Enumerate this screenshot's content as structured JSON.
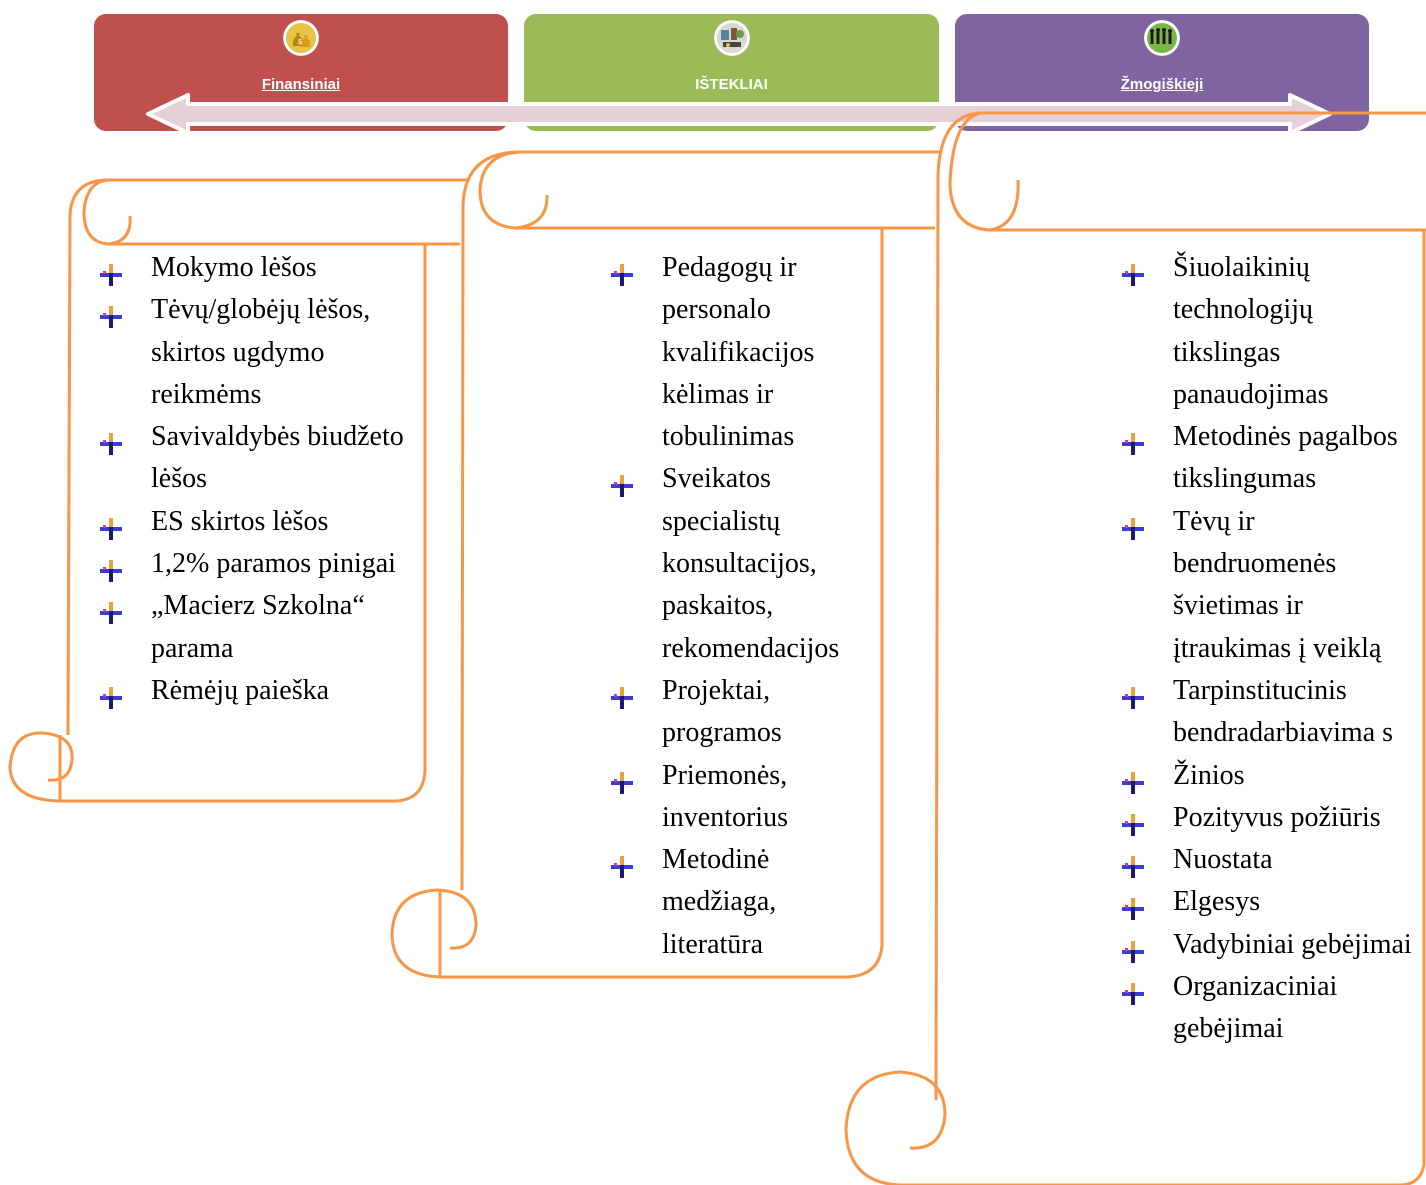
{
  "tabs": [
    {
      "label": "Finansiniai",
      "color": "#c0504d",
      "icon": "money-bags-icon"
    },
    {
      "label": "IŠTEKLIAI",
      "color": "#9bbb59",
      "icon": "resources-collage-icon"
    },
    {
      "label": "Žmogiškieji",
      "color": "#8064a2",
      "icon": "people-silhouettes-icon"
    }
  ],
  "arrow_color": "#e6cfd6",
  "scroll_color": "#f79646",
  "bullet_icon": "cross-bullet-icon",
  "lists": {
    "finansiniai": [
      "Mokymo lėšos",
      "Tėvų/globėjų lėšos, skirtos ugdymo reikmėms",
      "Savivaldybės biudžeto lėšos",
      "ES skirtos lėšos",
      "1,2% paramos pinigai",
      "„Macierz Szkolna“ parama",
      "Rėmėjų paieška"
    ],
    "istekliai": [
      "Pedagogų ir personalo kvalifikacijos  kėlimas ir tobulinimas",
      "Sveikatos specialistų konsultacijos, paskaitos, rekomendacijos",
      "Projektai, programos",
      "Priemonės, inventorius",
      "Metodinė medžiaga, literatūra"
    ],
    "zmogiskieji": [
      "Šiuolaikinių technologijų tikslingas panaudojimas",
      "Metodinės pagalbos tikslingumas",
      "Tėvų ir bendruomenės švietimas ir įtraukimas į veiklą",
      "Tarpinstitucinis bendradarbiavima s",
      "Žinios",
      "Pozityvus požiūris",
      "Nuostata",
      "Elgesys",
      "Vadybiniai gebėjimai",
      "Organizaciniai gebėjimai"
    ]
  }
}
